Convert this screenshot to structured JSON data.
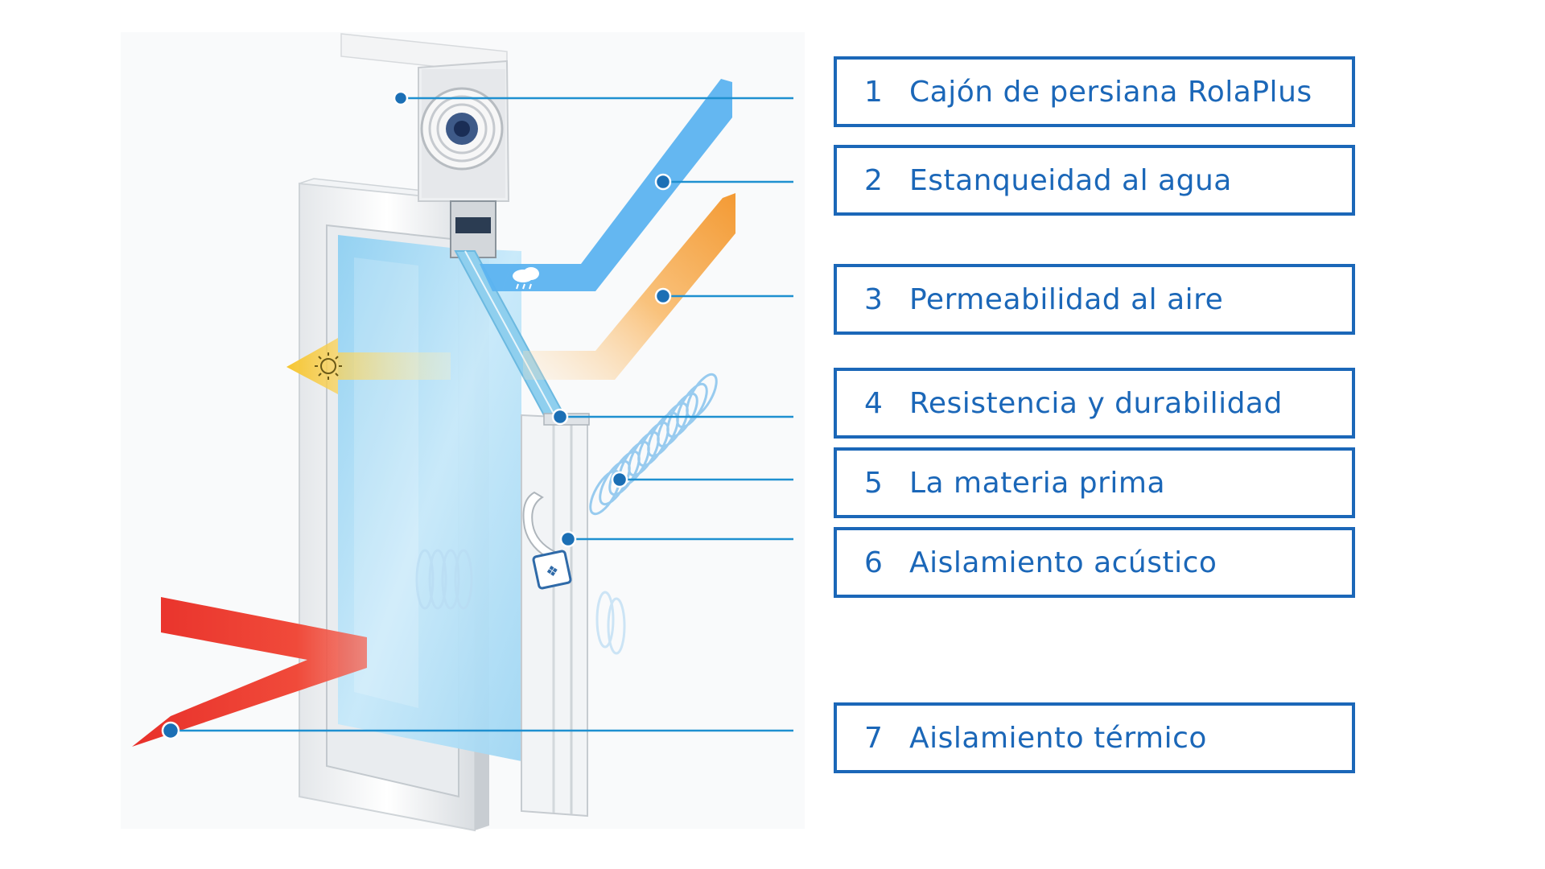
{
  "labels": [
    {
      "num": "1",
      "text": "Cajón de persiana RolaPlus"
    },
    {
      "num": "2",
      "text": "Estanqueidad al agua"
    },
    {
      "num": "3",
      "text": "Permeabilidad al aire"
    },
    {
      "num": "4",
      "text": "Resistencia y durabilidad"
    },
    {
      "num": "5",
      "text": "La materia prima"
    },
    {
      "num": "6",
      "text": "Aislamiento acústico"
    },
    {
      "num": "7",
      "text": "Aislamiento térmico"
    }
  ],
  "colors": {
    "accent": "#1b67b8",
    "leader_line": "#1f90d0",
    "water": "#5cb3f0",
    "air": "#f6a847",
    "sun": "#f3c63c",
    "thermal": "#e8312c",
    "glass": "#a8daf4"
  },
  "icons": [
    "sun-icon",
    "rain-cloud-icon",
    "hardware-badge-icon",
    "roller-shutter-icon"
  ]
}
